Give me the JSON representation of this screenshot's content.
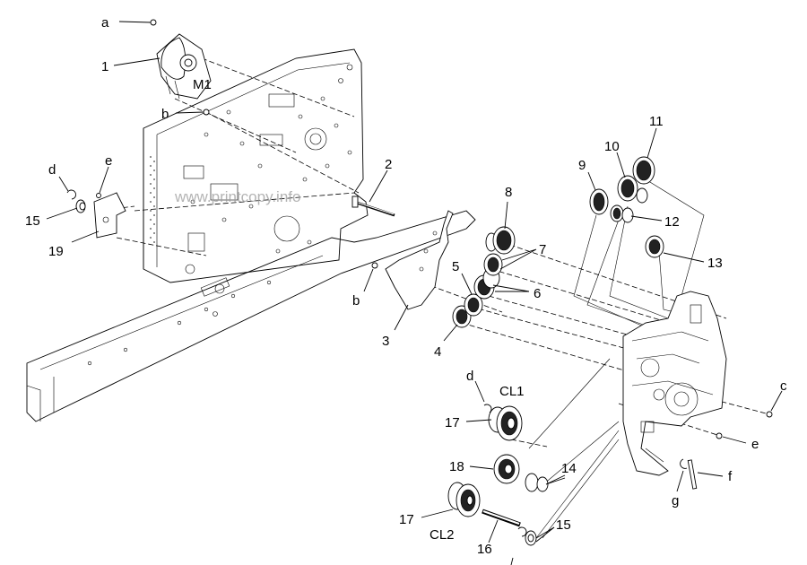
{
  "watermark": "www.printcopy.info",
  "callouts": {
    "n1": "1",
    "n2": "2",
    "n3": "3",
    "n4": "4",
    "n5": "5",
    "n6": "6",
    "n7": "7",
    "n8": "8",
    "n9": "9",
    "n10": "10",
    "n11": "11",
    "n12": "12",
    "n13": "13",
    "n14": "14",
    "n15a": "15",
    "n15b": "15",
    "n16": "16",
    "n17a": "17",
    "n17b": "17",
    "n18": "18",
    "n19": "19",
    "a": "a",
    "b1": "b",
    "b2": "b",
    "c": "c",
    "d1": "d",
    "d2": "d",
    "e1": "e",
    "e2": "e",
    "f": "f",
    "g": "g",
    "m1": "M1",
    "cl1": "CL1",
    "cl2": "CL2"
  }
}
